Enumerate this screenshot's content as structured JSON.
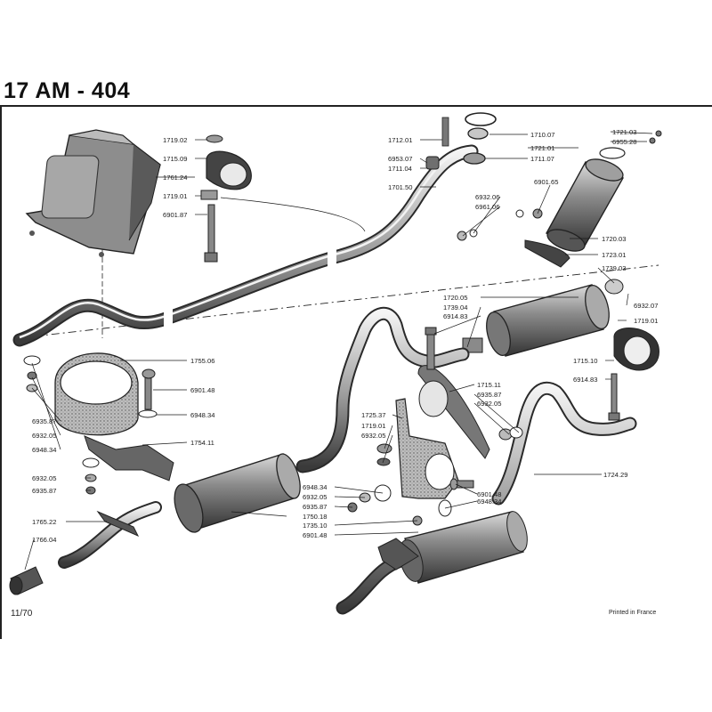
{
  "header": {
    "title": "17 AM - 404"
  },
  "footer": {
    "date": "11/70",
    "printed": "Printed in France"
  },
  "callouts": [
    {
      "id": "c1",
      "text": "1719.02"
    },
    {
      "id": "c2",
      "text": "1715.09"
    },
    {
      "id": "c3",
      "text": "1761.24"
    },
    {
      "id": "c4",
      "text": "1719.01"
    },
    {
      "id": "c5",
      "text": "6901.87"
    },
    {
      "id": "c6",
      "text": "1712.01"
    },
    {
      "id": "c7",
      "text": "6953.07"
    },
    {
      "id": "c8",
      "text": "1711.04"
    },
    {
      "id": "c9",
      "text": "1701.50"
    },
    {
      "id": "c10",
      "text": "1710.07"
    },
    {
      "id": "c11",
      "text": "1721.01"
    },
    {
      "id": "c12",
      "text": "1711.07"
    },
    {
      "id": "c13",
      "text": "1721.03"
    },
    {
      "id": "c14",
      "text": "6955.28"
    },
    {
      "id": "c15",
      "text": "6932.06"
    },
    {
      "id": "c16",
      "text": "6961.06"
    },
    {
      "id": "c17",
      "text": "6901.65"
    },
    {
      "id": "c18",
      "text": "1720.03"
    },
    {
      "id": "c19",
      "text": "1723.01"
    },
    {
      "id": "c20",
      "text": "1739.03"
    },
    {
      "id": "c21",
      "text": "1720.05"
    },
    {
      "id": "c22",
      "text": "1739.04"
    },
    {
      "id": "c23",
      "text": "6914.83"
    },
    {
      "id": "c24",
      "text": "6932.07"
    },
    {
      "id": "c25",
      "text": "1719.01"
    },
    {
      "id": "c26",
      "text": "1715.10"
    },
    {
      "id": "c27",
      "text": "6914.83"
    },
    {
      "id": "c28",
      "text": "1755.06"
    },
    {
      "id": "c29",
      "text": "6901.48"
    },
    {
      "id": "c30",
      "text": "6948.34"
    },
    {
      "id": "c31",
      "text": "6935.87"
    },
    {
      "id": "c32",
      "text": "6932.05"
    },
    {
      "id": "c33",
      "text": "6948.34"
    },
    {
      "id": "c34",
      "text": "1754.11"
    },
    {
      "id": "c35",
      "text": "6932.05"
    },
    {
      "id": "c36",
      "text": "6935.87"
    },
    {
      "id": "c37",
      "text": "1765.22"
    },
    {
      "id": "c38",
      "text": "1766.04"
    },
    {
      "id": "c39",
      "text": "1715.11"
    },
    {
      "id": "c40",
      "text": "6935.87"
    },
    {
      "id": "c41",
      "text": "6932.05"
    },
    {
      "id": "c42",
      "text": "1725.37"
    },
    {
      "id": "c43",
      "text": "1719.01"
    },
    {
      "id": "c44",
      "text": "6932.05"
    },
    {
      "id": "c45",
      "text": "6948.34"
    },
    {
      "id": "c46",
      "text": "6932.05"
    },
    {
      "id": "c47",
      "text": "6935.87"
    },
    {
      "id": "c48",
      "text": "1750.18"
    },
    {
      "id": "c49",
      "text": "1735.10"
    },
    {
      "id": "c50",
      "text": "6901.48"
    },
    {
      "id": "c51",
      "text": "6901.48"
    },
    {
      "id": "c52",
      "text": "6948.34"
    },
    {
      "id": "c53",
      "text": "1724.29"
    }
  ]
}
